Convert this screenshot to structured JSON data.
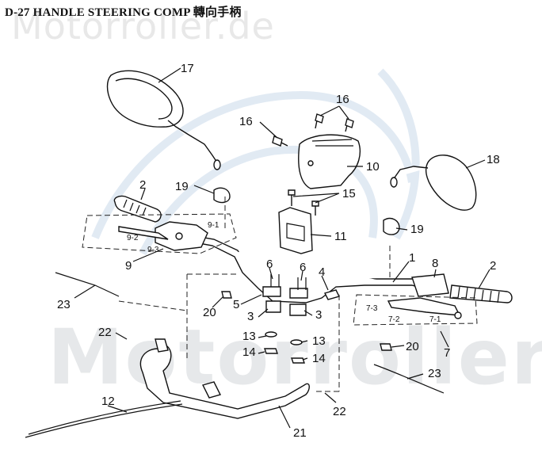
{
  "title": "D-27 HANDLE STEERING COMP 轉向手柄",
  "watermark_top": "Motorroller.de",
  "watermark_bottom": "Motorroller",
  "labels": {
    "p1": "1",
    "p2a": "2",
    "p2b": "2",
    "p3a": "3",
    "p3b": "3",
    "p4": "4",
    "p5": "5",
    "p6a": "6",
    "p6b": "6",
    "p7": "7",
    "p7_1": "7-1",
    "p7_2": "7-2",
    "p7_3": "7-3",
    "p8": "8",
    "p9": "9",
    "p9_1": "9-1",
    "p9_2": "9-2",
    "p9_3": "9-3",
    "p10": "10",
    "p11": "11",
    "p12": "12",
    "p13a": "13",
    "p13b": "13",
    "p14a": "14",
    "p14b": "14",
    "p15": "15",
    "p16a": "16",
    "p16b": "16",
    "p17": "17",
    "p18": "18",
    "p19a": "19",
    "p19b": "19",
    "p20a": "20",
    "p20b": "20",
    "p21": "21",
    "p22a": "22",
    "p22b": "22",
    "p23a": "23",
    "p23b": "23"
  },
  "colors": {
    "watermark_blue": "#c9d9ea",
    "line": "#111111"
  }
}
